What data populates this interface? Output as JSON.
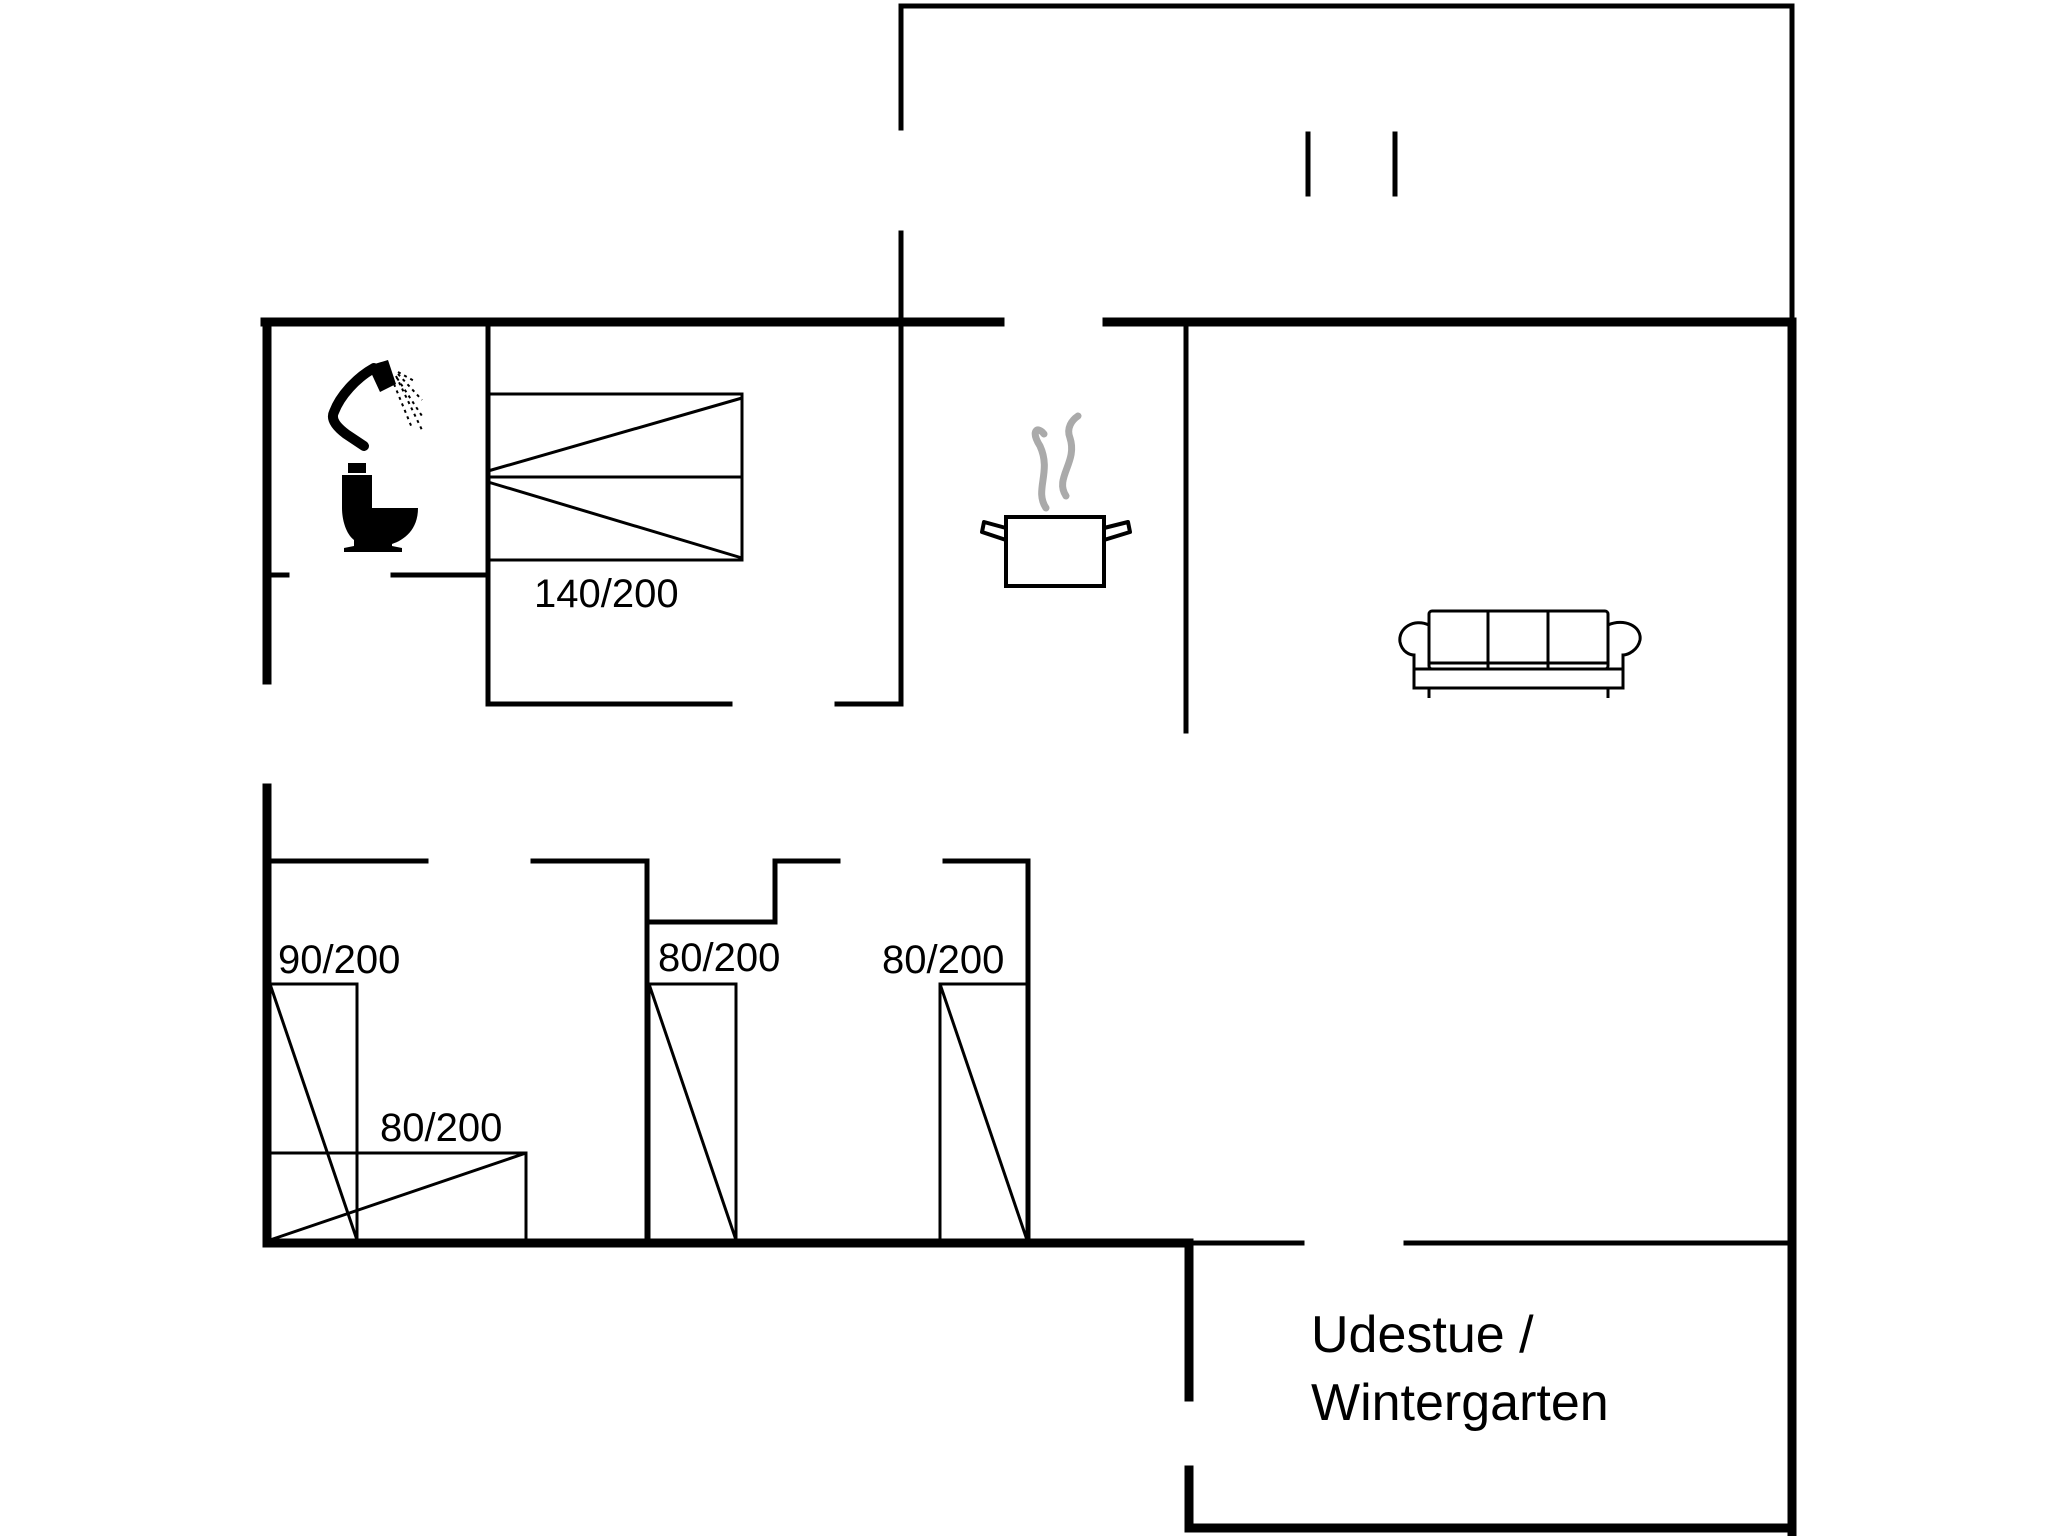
{
  "beds": {
    "master": "140/200",
    "room1": "90/200",
    "room1_extra": "80/200",
    "room2": "80/200",
    "room3": "80/200"
  },
  "rooms": {
    "conservatory_line1": "Udestue /",
    "conservatory_line2": "Wintergarten"
  },
  "icons": [
    "shower-icon",
    "toilet-icon",
    "cooking-pot-icon",
    "sofa-icon"
  ],
  "colors": {
    "lines": "#000000",
    "background": "#ffffff",
    "steam": "#aaaaaa"
  }
}
